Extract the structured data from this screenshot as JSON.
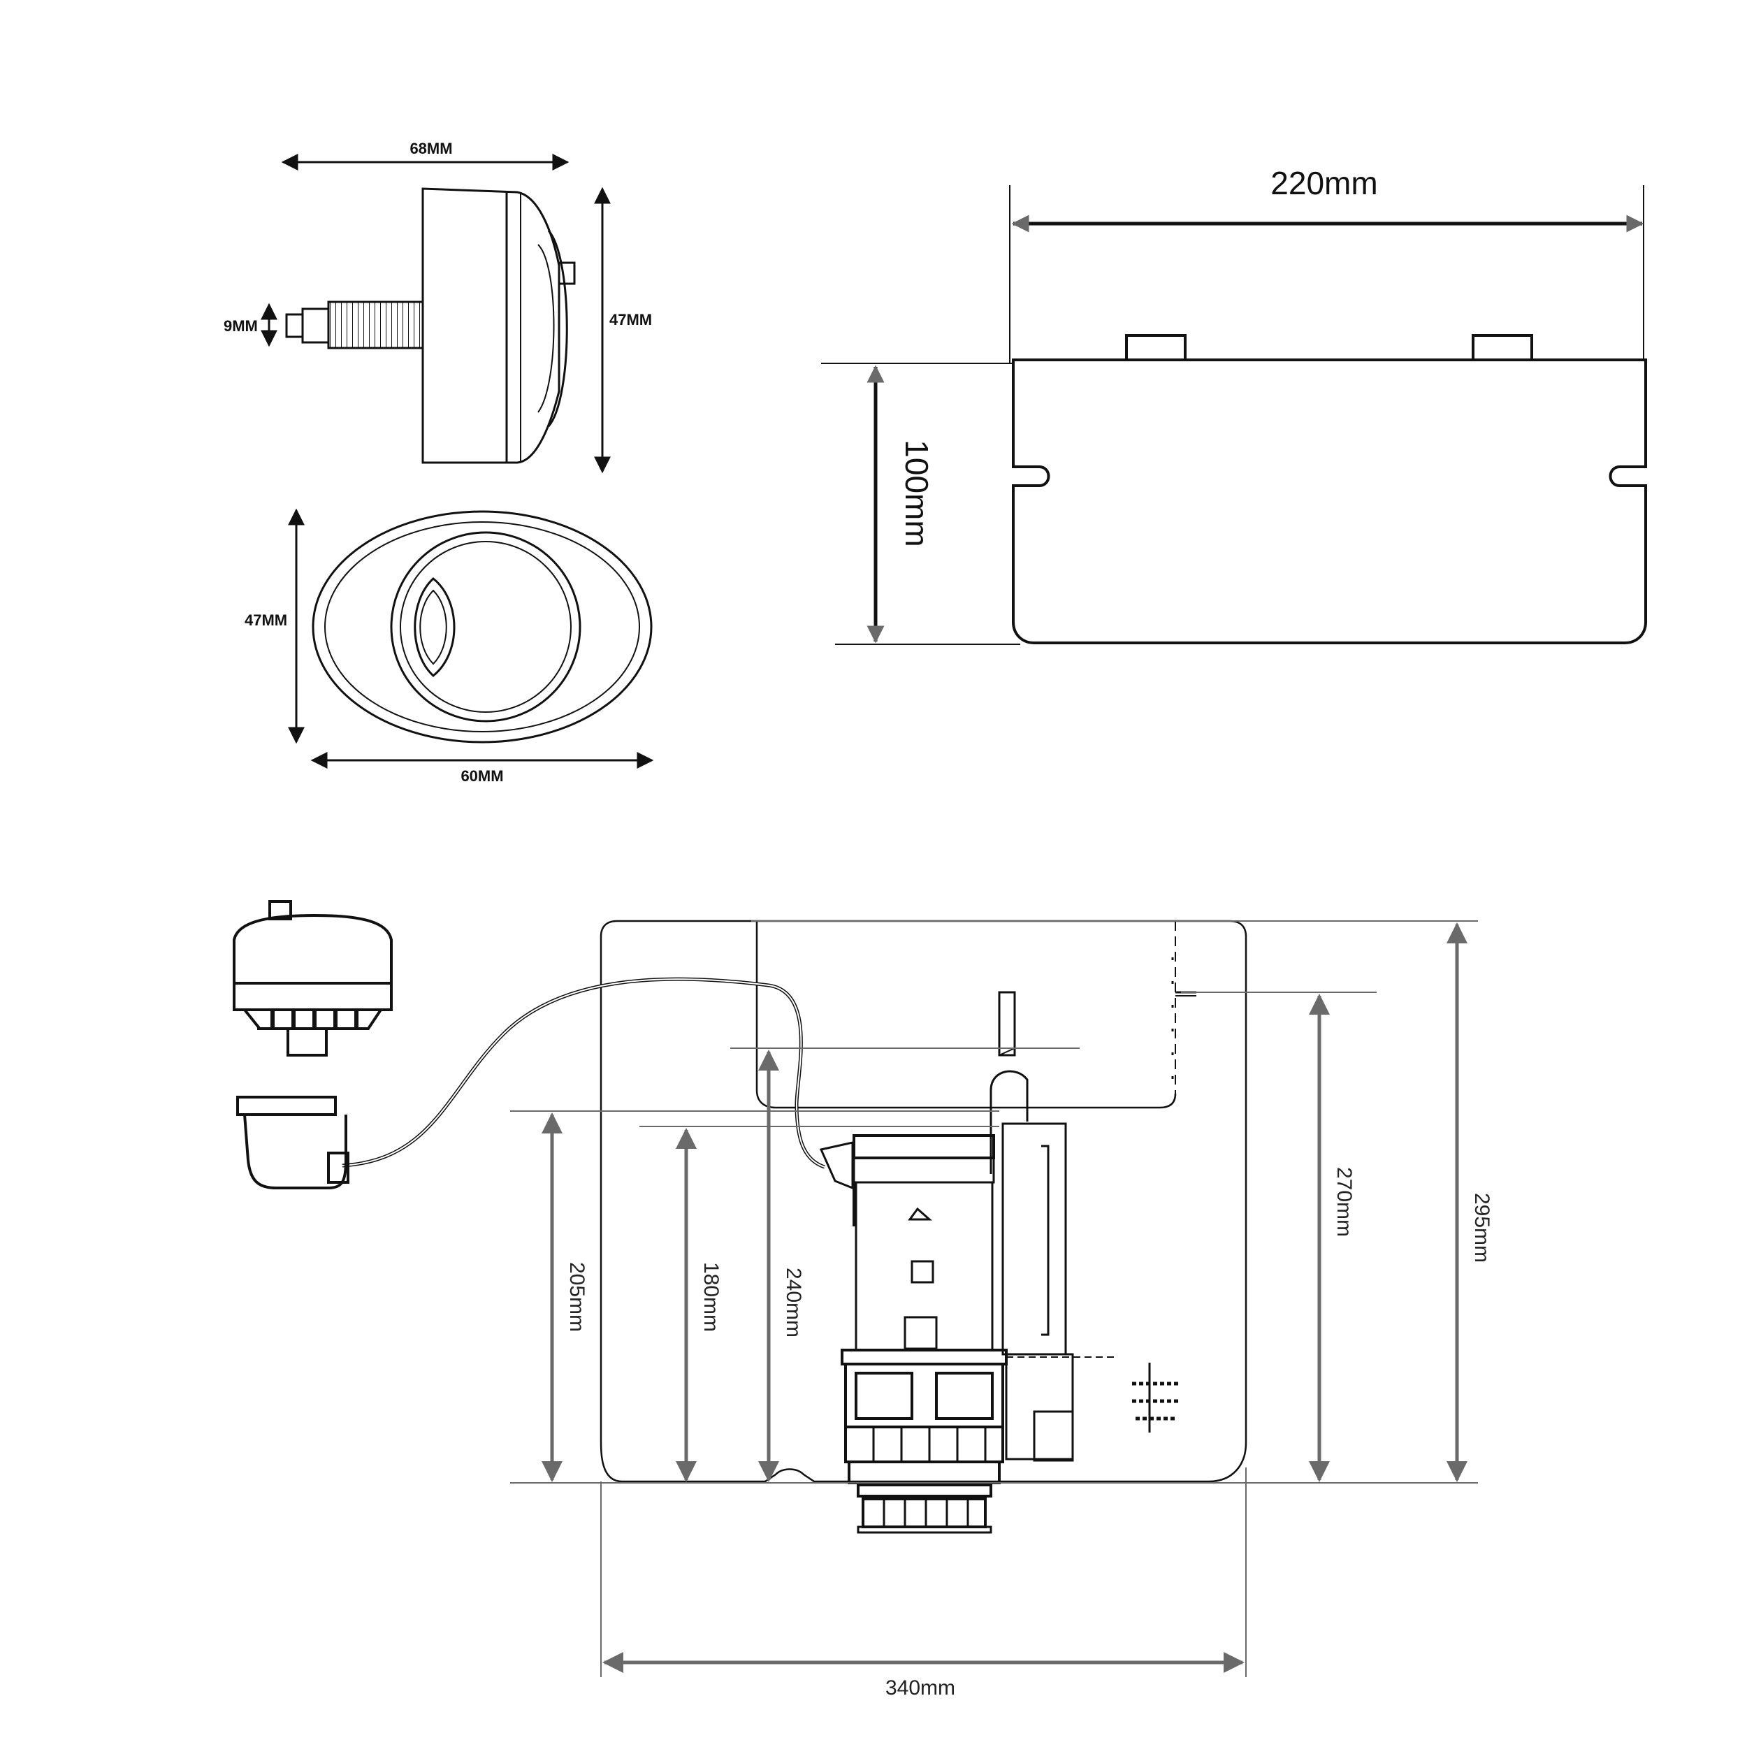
{
  "diagrams": {
    "push_button_side": {
      "width_label": "68MM",
      "height_label": "47MM",
      "thread_label": "9MM"
    },
    "push_button_front": {
      "height_label": "47MM",
      "width_label": "60MM"
    },
    "cistern_top": {
      "width_label": "220mm",
      "height_label": "100mm"
    },
    "cistern_assembly": {
      "dim_205": "205mm",
      "dim_180": "180mm",
      "dim_240": "240mm",
      "dim_270": "270mm",
      "dim_295": "295mm",
      "dim_340": "340mm"
    }
  },
  "colors": {
    "line": "#111111",
    "dimension_grey": "#6a6a6a",
    "background": "#ffffff"
  }
}
